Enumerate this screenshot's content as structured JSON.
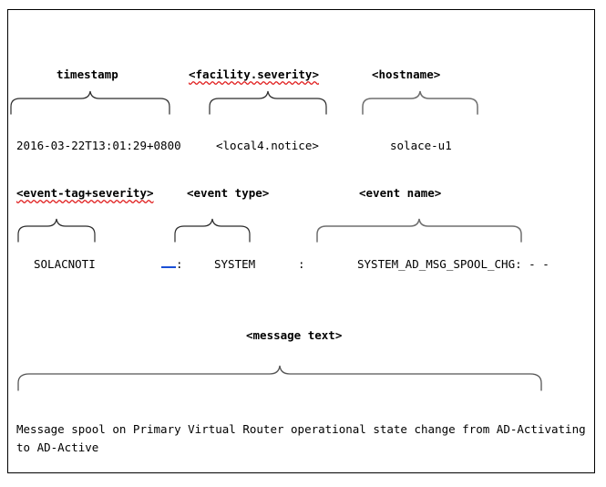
{
  "diagram": {
    "title_role": "syslog-message-anatomy",
    "colors": {
      "text": "#000000",
      "spellcheck_underline": "#e01b1b",
      "hyperlink": "#1a4fd6",
      "brace": "#2b2b2b",
      "frame_border": "#000000",
      "background": "#ffffff"
    },
    "rows": [
      {
        "id": "row-1",
        "fields": [
          {
            "label": "timestamp",
            "misspelled": false,
            "value": "2016-03-22T13:01:29+0800"
          },
          {
            "label": "<facility.severity>",
            "misspelled": true,
            "value": "<local4.notice>"
          },
          {
            "label": "<hostname>",
            "misspelled": false,
            "value": "solace-u1"
          }
        ]
      },
      {
        "id": "row-2",
        "fields": [
          {
            "label": "<event-tag+severity>",
            "misspelled": true,
            "value": "SOLACNOTI"
          },
          {
            "label": "<event type>",
            "misspelled": false,
            "value": "SYSTEM"
          },
          {
            "label": "<event name>",
            "misspelled": false,
            "value": "SYSTEM_AD_MSG_SPOOL_CHG: - -"
          }
        ],
        "separators": [
          {
            "id": "link-separator",
            "dash": "—",
            "colon": ":"
          },
          {
            "id": "plain-separator",
            "colon": ":"
          }
        ]
      },
      {
        "id": "row-3",
        "fields": [
          {
            "label": "<message text>",
            "misspelled": false,
            "value": "Message spool on Primary Virtual Router operational state change from AD-Activating to AD-Active"
          }
        ]
      }
    ]
  }
}
